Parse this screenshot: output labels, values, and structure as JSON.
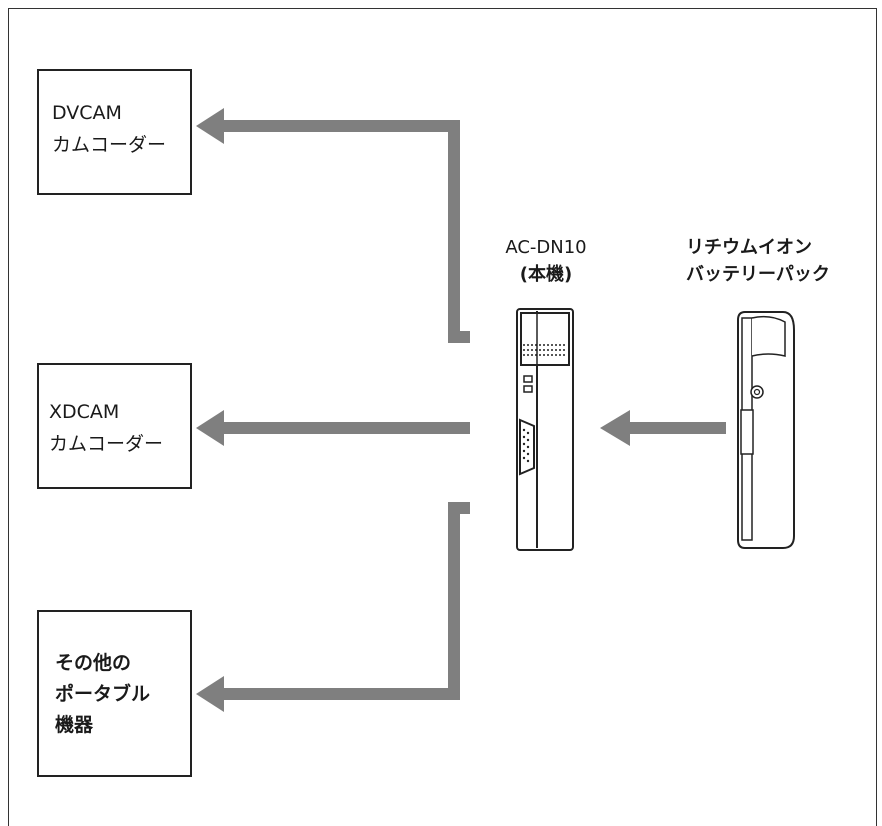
{
  "boxes": {
    "dvcam": {
      "line1": "DVCAM",
      "line2": "カムコーダー"
    },
    "xdcam": {
      "line1": "XDCAM",
      "line2": "カムコーダー"
    },
    "other": {
      "line1": "その他の",
      "line2": "ポータブル",
      "line3": "機器"
    }
  },
  "devices": {
    "main_unit": {
      "line1": "AC-DN10",
      "line2": "(本機)"
    },
    "battery": {
      "line1": "リチウムイオン",
      "line2": "バッテリーパック"
    }
  },
  "colors": {
    "arrow": "#7f7f7f",
    "outline": "#222222"
  }
}
